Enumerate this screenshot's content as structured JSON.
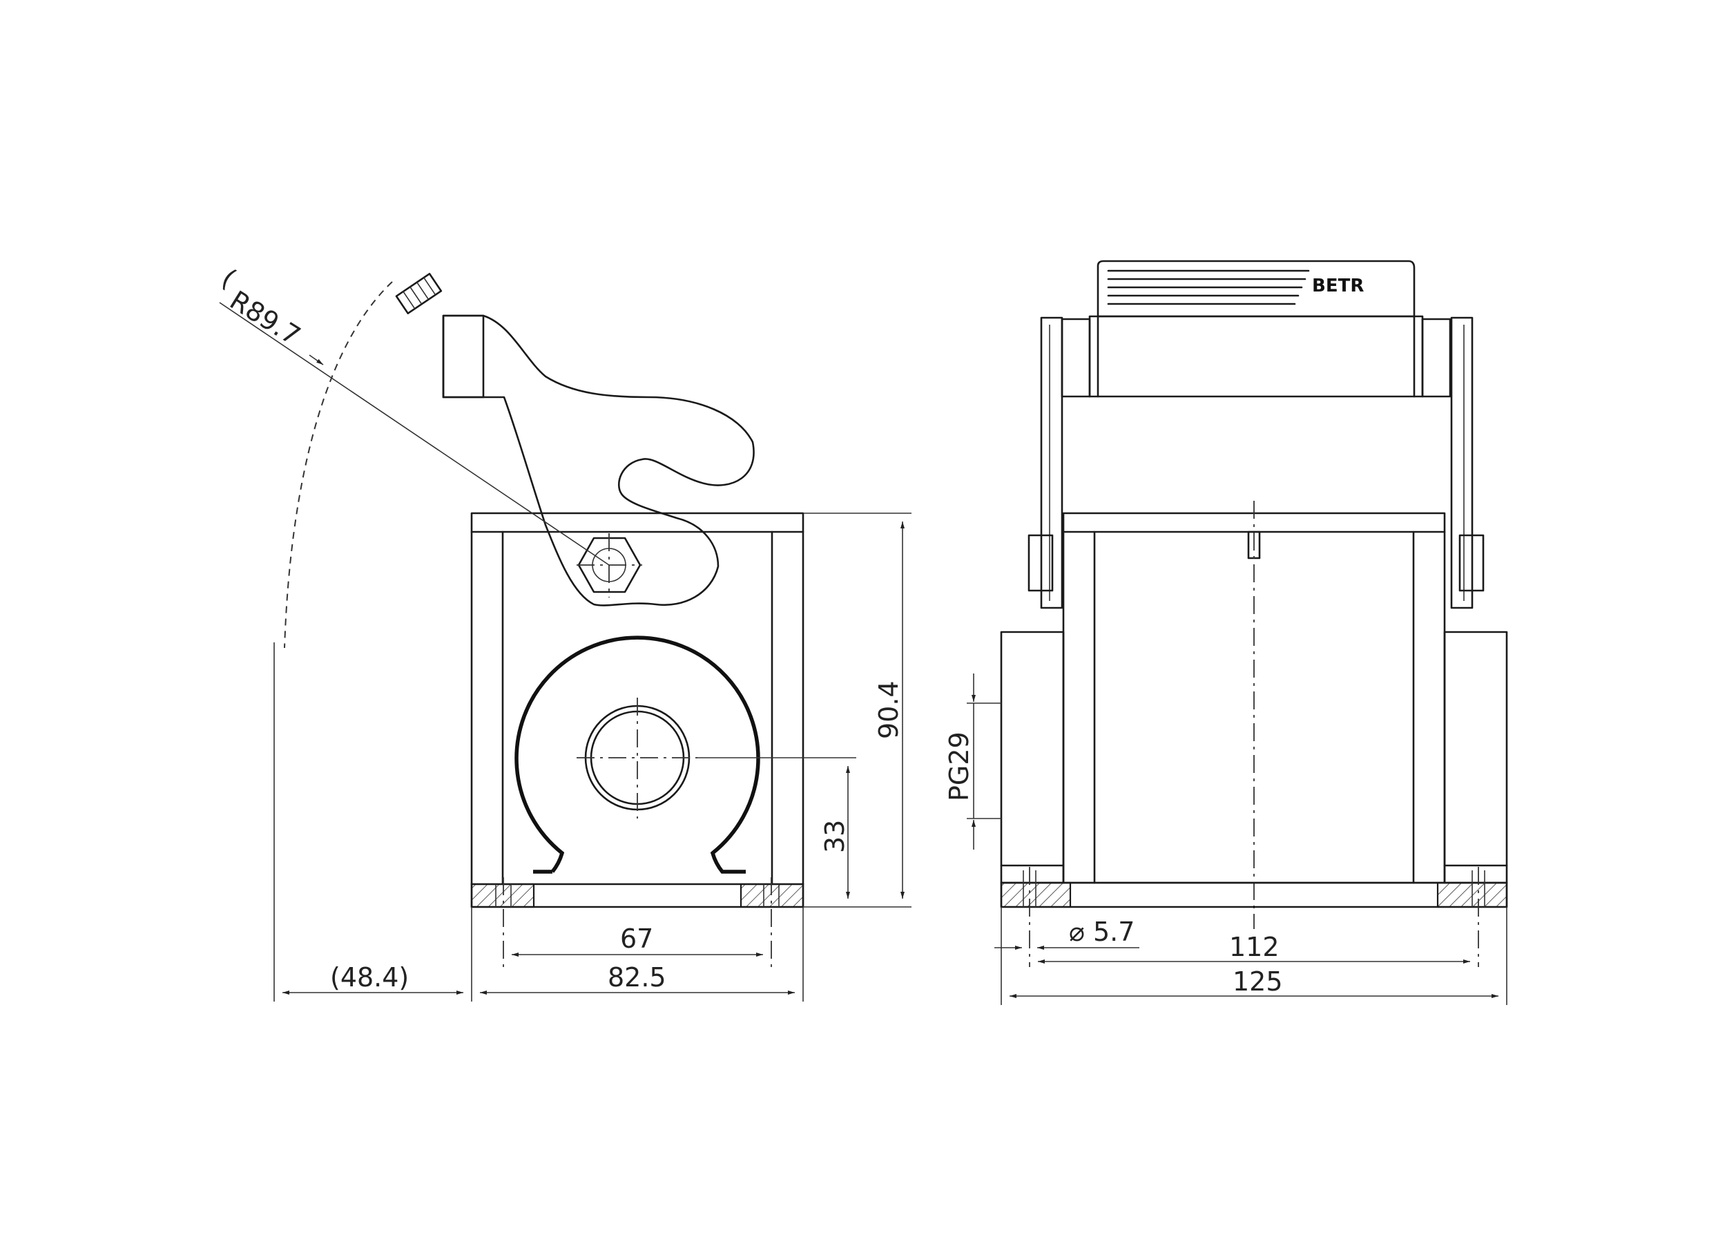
{
  "drawing": {
    "front_view": {
      "radius_label": "R89.7",
      "ref_width_label": "(48.4)",
      "inner_width_label": "67",
      "outer_width_label": "82.5",
      "height_label": "90.4",
      "bore_height_label": "33"
    },
    "side_view": {
      "thread_label": "PG29",
      "hole_diameter_label": "⌀ 5.7",
      "hole_spacing_label": "112",
      "overall_width_label": "125",
      "logo_text": "BETR"
    }
  }
}
